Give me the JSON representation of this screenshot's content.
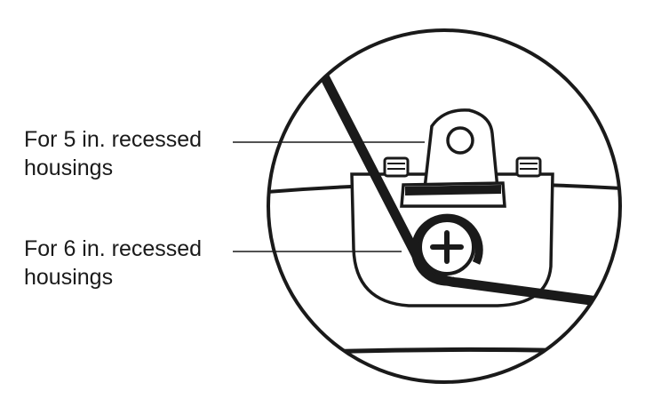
{
  "callouts": {
    "five_inch": {
      "line1": "For 5 in. recessed",
      "line2": "housings"
    },
    "six_inch": {
      "line1": "For 6 in. recessed",
      "line2": "housings"
    }
  },
  "colors": {
    "stroke": "#1a1a1a",
    "background": "#ffffff"
  }
}
